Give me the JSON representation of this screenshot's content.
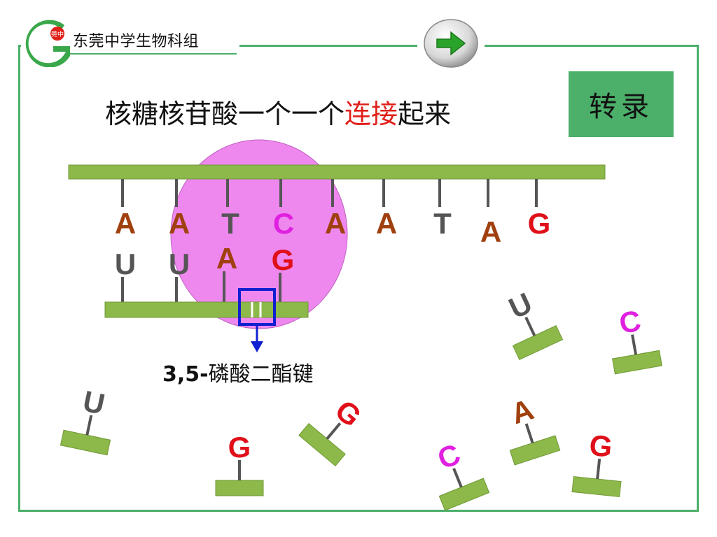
{
  "header": {
    "school_name": "东莞中学生物科组",
    "logo_text": "莞中"
  },
  "slide": {
    "title_pre": "核糖核苷酸一个一个",
    "title_highlight": "连接",
    "title_post": "起来",
    "topic": "转录"
  },
  "caption": {
    "bold": "3,5-",
    "text": "磷酸二酯键"
  },
  "colors": {
    "A": "#a0400e",
    "T": "#555555",
    "U": "#555555",
    "C": "#e020e0",
    "G": "#e0101a",
    "strand": "#8db84a",
    "frame": "#4caf6a",
    "enzyme": "#ee88ee",
    "bond_box": "#1020d0"
  },
  "dna_template": {
    "bases": [
      "A",
      "A",
      "T",
      "C",
      "A",
      "A",
      "T",
      "A",
      "G"
    ]
  },
  "rna_strand": {
    "bases": [
      "U",
      "U",
      "A",
      "G"
    ]
  },
  "free_nucleotides": {
    "bases": [
      "U",
      "C",
      "U",
      "G",
      "G",
      "A",
      "G",
      "C"
    ]
  },
  "icons": {
    "next": "arrow-right-icon"
  }
}
